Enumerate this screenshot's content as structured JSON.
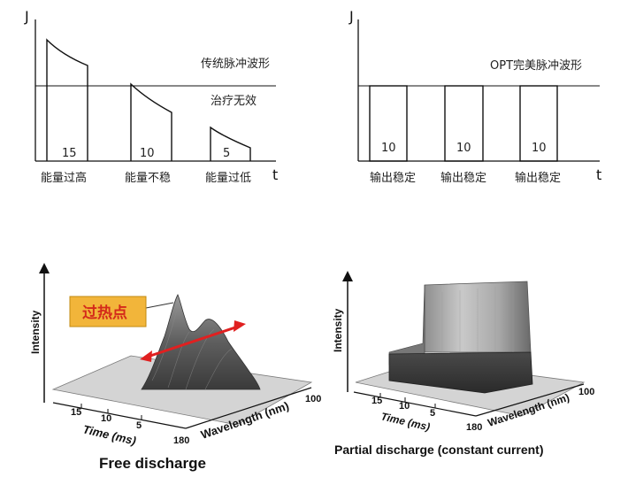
{
  "top_left": {
    "y_axis": "J",
    "x_axis": "t",
    "waveform_label": "传统脉冲波形",
    "threshold_label": "治疗无效",
    "pulses": [
      {
        "value": "15",
        "caption": "能量过高"
      },
      {
        "value": "10",
        "caption": "能量不稳"
      },
      {
        "value": "5",
        "caption": "能量过低"
      }
    ]
  },
  "top_right": {
    "y_axis": "J",
    "x_axis": "t",
    "waveform_label": "OPT完美脉冲波形",
    "pulses": [
      {
        "value": "10",
        "caption": "输出稳定"
      },
      {
        "value": "10",
        "caption": "输出稳定"
      },
      {
        "value": "10",
        "caption": "输出稳定"
      }
    ]
  },
  "bottom_left": {
    "y_axis": "Intensity",
    "time_axis": "Time (ms)",
    "wavelength_axis": "Wavelength (nm)",
    "time_ticks": [
      "15",
      "10",
      "5"
    ],
    "wavelength_ticks": [
      "180",
      "100"
    ],
    "hotspot_label": "过热点",
    "caption": "Free discharge",
    "colors": {
      "hotspot_fill": "#f2b53a",
      "arrow": "#e02020"
    }
  },
  "bottom_right": {
    "y_axis": "Intensity",
    "time_axis": "Time (ms)",
    "wavelength_axis": "Wavelength (nm)",
    "time_ticks": [
      "15",
      "10",
      "5"
    ],
    "wavelength_ticks": [
      "180",
      "100"
    ],
    "caption": "Partial discharge (constant current)"
  }
}
